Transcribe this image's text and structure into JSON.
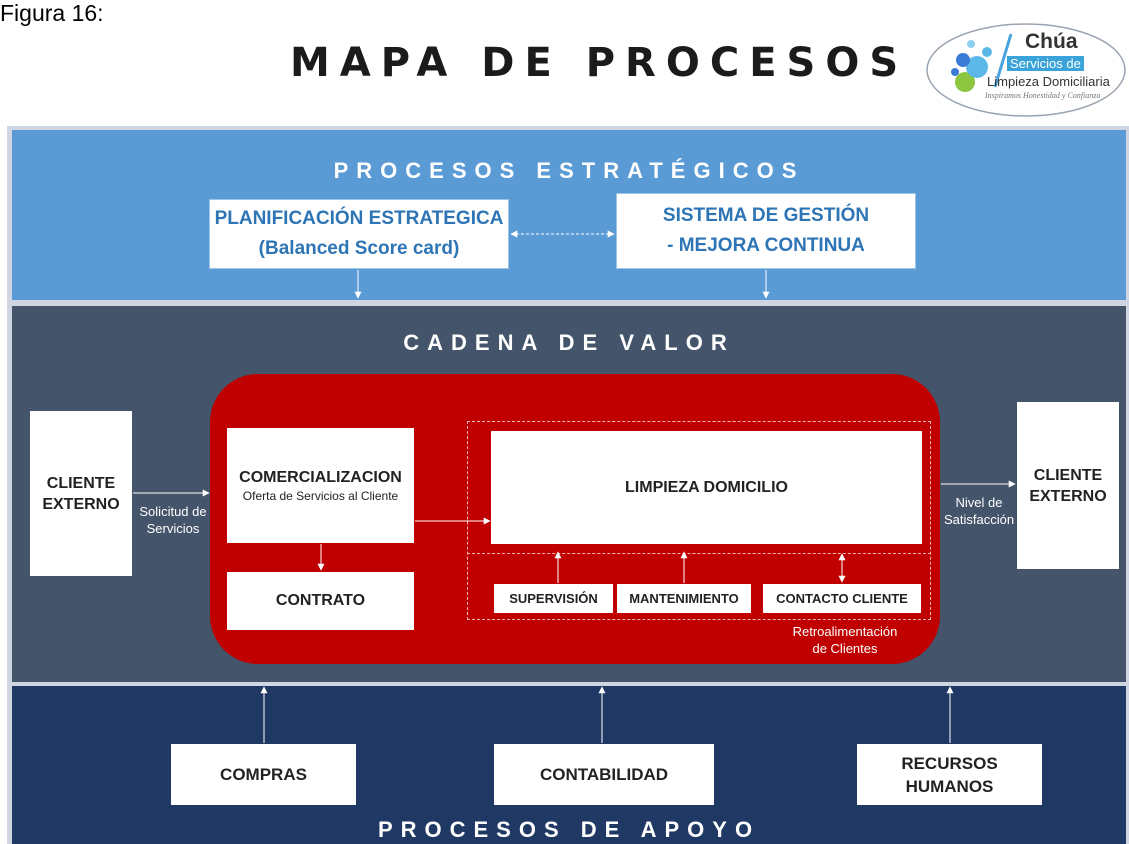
{
  "caption": "Figura 16:",
  "title": "MAPA DE PROCESOS",
  "logo": {
    "name": "Chúa",
    "line1": "Servicios de",
    "line2": "Limpieza Domiciliaria",
    "tagline": "Inspiramos Honestidad y Confianza"
  },
  "strategic": {
    "title": "PROCESOS ESTRATÉGICOS",
    "planning": {
      "line1": "PLANIFICACIÓN ESTRATEGICA",
      "line2": "(Balanced Score card)"
    },
    "management": {
      "line1": "SISTEMA DE GESTIÓN",
      "line2": "- MEJORA CONTINUA"
    }
  },
  "value_chain": {
    "title": "CADENA DE VALOR",
    "client_left": "CLIENTE\nEXTERNO",
    "client_right": "CLIENTE\nEXTERNO",
    "request_label": "Solicitud de\nServicios",
    "satisfaction_label": "Nivel de\nSatisfacción",
    "commercialization": {
      "title": "COMERCIALIZACION",
      "subtitle": "Oferta de Servicios al Cliente"
    },
    "contract": "CONTRATO",
    "cleaning": "LIMPIEZA DOMICILIO",
    "supervision": "SUPERVISIÓN",
    "maintenance": "MANTENIMIENTO",
    "client_contact": "CONTACTO CLIENTE",
    "feedback_label": "Retroalimentación\nde Clientes"
  },
  "support": {
    "title": "PROCESOS DE APOYO",
    "purchases": "COMPRAS",
    "accounting": "CONTABILIDAD",
    "hr": "RECURSOS\nHUMANOS"
  },
  "colors": {
    "strategic_band": "#5b9bd5",
    "value_band": "#44546a",
    "support_band": "#1f3864",
    "core_area": "#c00000",
    "strategic_text": "#2e75b6"
  }
}
